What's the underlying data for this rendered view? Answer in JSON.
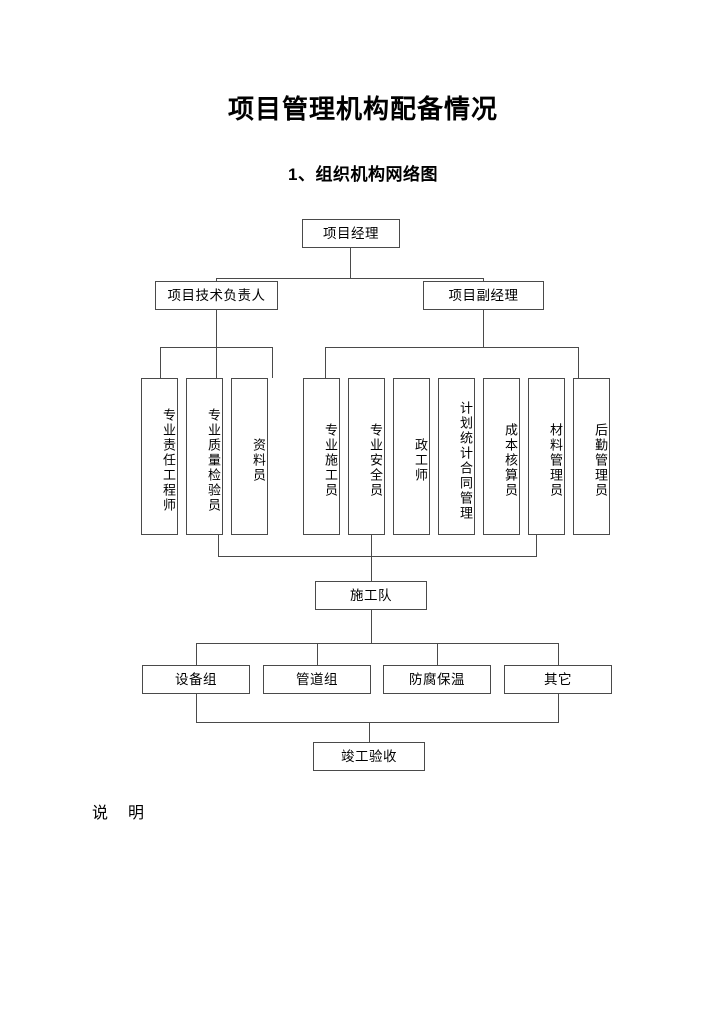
{
  "document": {
    "title": "项目管理机构配备情况",
    "subtitle": "1、组织机构网络图",
    "note": "说　明"
  },
  "chart_data": {
    "type": "diagram",
    "title": "组织机构网络图",
    "orientation": "top-down",
    "levels": [
      {
        "level": 1,
        "nodes": [
          {
            "id": "pm",
            "label": "项目经理",
            "style": "horizontal"
          }
        ]
      },
      {
        "level": 2,
        "nodes": [
          {
            "id": "tech-lead",
            "label": "项目技术负责人",
            "style": "horizontal",
            "parent": "pm"
          },
          {
            "id": "deputy-pm",
            "label": "项目副经理",
            "style": "horizontal",
            "parent": "pm"
          }
        ]
      },
      {
        "level": 3,
        "nodes": [
          {
            "id": "resp-engineer",
            "label": "专业责任工程师",
            "style": "vertical",
            "parent": "tech-lead"
          },
          {
            "id": "quality-inspector",
            "label": "专业质量检验员",
            "style": "vertical",
            "parent": "tech-lead"
          },
          {
            "id": "archivist",
            "label": "资料员",
            "style": "vertical",
            "parent": "tech-lead"
          },
          {
            "id": "construction-officer",
            "label": "专业施工员",
            "style": "vertical",
            "parent": "deputy-pm"
          },
          {
            "id": "safety-officer",
            "label": "专业安全员",
            "style": "vertical",
            "parent": "deputy-pm"
          },
          {
            "id": "political-worker",
            "label": "政工师",
            "style": "vertical",
            "parent": "deputy-pm"
          },
          {
            "id": "plan-contract",
            "label": "计划统计合同管理",
            "style": "vertical",
            "parent": "deputy-pm"
          },
          {
            "id": "cost-accountant",
            "label": "成本核算员",
            "style": "vertical",
            "parent": "deputy-pm"
          },
          {
            "id": "material-manager",
            "label": "材料管理员",
            "style": "vertical",
            "parent": "deputy-pm"
          },
          {
            "id": "logistics-manager",
            "label": "后勤管理员",
            "style": "vertical",
            "parent": "deputy-pm"
          }
        ]
      },
      {
        "level": 4,
        "nodes": [
          {
            "id": "construction-team",
            "label": "施工队",
            "style": "horizontal"
          }
        ]
      },
      {
        "level": 5,
        "nodes": [
          {
            "id": "equipment-group",
            "label": "设备组",
            "style": "horizontal",
            "parent": "construction-team"
          },
          {
            "id": "pipeline-group",
            "label": "管道组",
            "style": "horizontal",
            "parent": "construction-team"
          },
          {
            "id": "anticorrosion-group",
            "label": "防腐保温",
            "style": "horizontal",
            "parent": "construction-team"
          },
          {
            "id": "other-group",
            "label": "其它",
            "style": "horizontal",
            "parent": "construction-team"
          }
        ]
      },
      {
        "level": 6,
        "nodes": [
          {
            "id": "completion-acceptance",
            "label": "竣工验收",
            "style": "horizontal"
          }
        ]
      }
    ],
    "colors": {
      "line": "#4a4a4a",
      "box_border": "#4a4a4a",
      "box_fill": "#ffffff",
      "text": "#000000",
      "page_background": "#ffffff"
    }
  }
}
